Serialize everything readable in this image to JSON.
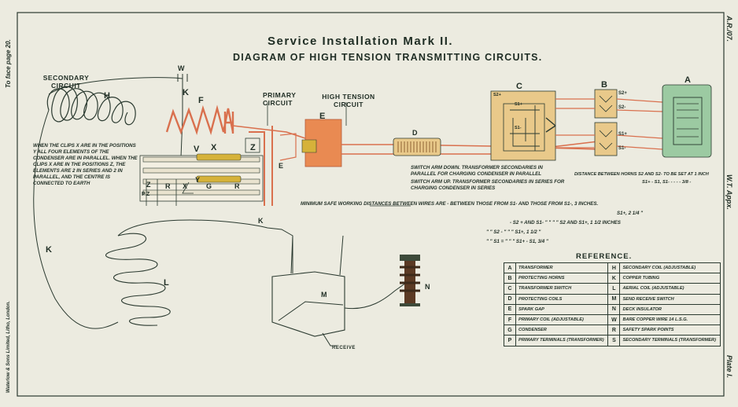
{
  "plate": {
    "title": "Service Installation Mark II.",
    "subtitle": "DIAGRAM OF HIGH TENSION TRANSMITTING CIRCUITS.",
    "left_margin_top": "To face page 20.",
    "left_margin_bottom": "Waterlow & Sons Limited, Litho, London.",
    "right_margin_top": "A.R./07.",
    "right_margin_mid": "W.T. Appx.",
    "right_margin_bottom": "Plate I."
  },
  "labels": {
    "secondary_circuit": "SECONDARY CIRCUIT",
    "primary_circuit": "PRIMARY CIRCUIT",
    "high_tension_circuit": "HIGH TENSION CIRCUIT",
    "receive": "RECEIVE",
    "letters": {
      "H": "H",
      "W": "W",
      "K": "K",
      "F": "F",
      "V": "V",
      "X": "X",
      "Z": "Z",
      "R": "R",
      "Y": "Y",
      "G": "G",
      "E": "E",
      "D": "D",
      "C": "C",
      "B": "B",
      "A": "A",
      "L": "L",
      "M": "M",
      "N": "N",
      "P": "P"
    },
    "terminals": [
      "S2+",
      "S2-",
      "S1+",
      "S1-"
    ],
    "switch_contacts": [
      "S2+",
      "S1+",
      "S1-"
    ]
  },
  "notes": {
    "clips": "WHEN THE CLIPS X ARE IN THE POSITIONS Y ALL FOUR ELEMENTS OF THE CONDENSER ARE IN PARALLEL. WHEN THE CLIPS X ARE IN THE POSITIONS Z, THE ELEMENTS ARE 2 IN SERIES AND 2 IN PARALLEL, AND THE CENTRE IS CONNECTED TO EARTH",
    "switch_down": "SWITCH ARM DOWN. TRANSFORMER SECONDARIES IN PARALLEL FOR CHARGING CONDENSER IN PARALLEL",
    "switch_up": "SWITCH ARM UP. TRANSFORMER SECONDARIES IN SERIES FOR CHARGING CONDENSER IN SERIES",
    "horns": "DISTANCE BETWEEN HORNS S2 AND S2- TO BE SET AT 1 INCH",
    "horns_2": "S1+ - S1, S1- - - - - 3/8 -",
    "min_safe": "MINIMUM SAFE WORKING DISTANCES BETWEEN WIRES ARE - BETWEEN THOSE FROM S1- AND THOSE FROM S1-, 3 INCHES.",
    "dist_rows": [
      "S1+, 2 1/4 \"",
      "- S2 + AND S1- \" \" \" \" S2 AND S1+, 1 1/2 INCHES",
      "\" \" S2 - \" \" \" S1+, 1 1/2 \"",
      "\" \" S1 = \" \" \" S1+ - S1, 3/4 \""
    ]
  },
  "reference": {
    "title": "REFERENCE.",
    "rows": [
      [
        "A",
        "TRANSFORMER",
        "H",
        "SECONDARY COIL (ADJUSTABLE)"
      ],
      [
        "B",
        "PROTECTING HORNS",
        "K",
        "COPPER TUBING"
      ],
      [
        "C",
        "TRANSFORMER SWITCH",
        "L",
        "AERIAL COIL (ADJUSTABLE)"
      ],
      [
        "D",
        "PROTECTING COILS",
        "M",
        "SEND RECEIVE SWITCH"
      ],
      [
        "E",
        "SPARK GAP",
        "N",
        "DECK INSULATOR"
      ],
      [
        "F",
        "PRIMARY COIL (ADJUSTABLE)",
        "W",
        "BARE COPPER WIRE 14 L.S.G."
      ],
      [
        "G",
        "CONDENSER",
        "R",
        "SAFETY SPARK POINTS"
      ],
      [
        "P",
        "PRIMARY TERMINALS (TRANSFORMER)",
        "S",
        "SECONDARY TERMINALS (TRANSFORMER)"
      ]
    ]
  },
  "colors": {
    "ink": "#1f2d24",
    "copper": "#d9704e",
    "brass": "#d6b23a",
    "board": "#e9c98a",
    "gap": "#e98a52",
    "transformer": "#9ccaa2"
  }
}
